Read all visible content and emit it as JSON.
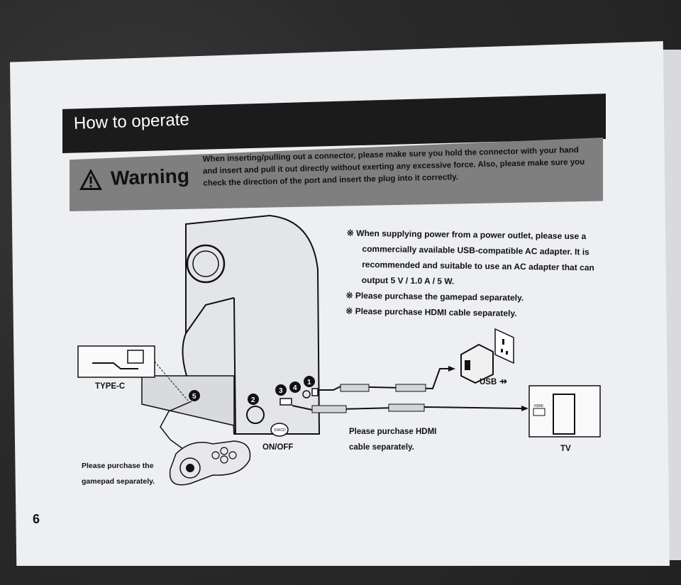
{
  "section_title": "How to operate",
  "warning": {
    "label": "Warning",
    "lines": [
      "When inserting/pulling out a connector, please make sure you hold the connector with your hand",
      "and insert and pull it out directly without exerting any excessive force. Also, please make sure you",
      "check the direction of the port and insert the plug into it correctly."
    ]
  },
  "notes": [
    "※ When supplying power from a power outlet, please use a",
    "commercially available USB-compatible AC adapter. It is",
    "recommended and suitable to use an AC adapter that can",
    "output 5 V / 1.0 A / 5 W.",
    "※ Please purchase the gamepad separately.",
    "※ Please purchase HDMI cable separately."
  ],
  "diagram": {
    "type_c": "TYPE-C",
    "usb": "USB",
    "tv": "TV",
    "on_off": "ON/OFF",
    "button_text": "SW/CD",
    "hdmi_note_1": "Please purchase HDMI",
    "hdmi_note_2": "cable separately.",
    "gamepad_note_1": "Please purchase the",
    "gamepad_note_2": "gamepad separately.",
    "hdmi_port_text": "HDMI",
    "markers": [
      "1",
      "2",
      "3",
      "4",
      "5"
    ]
  },
  "page_number": "6"
}
